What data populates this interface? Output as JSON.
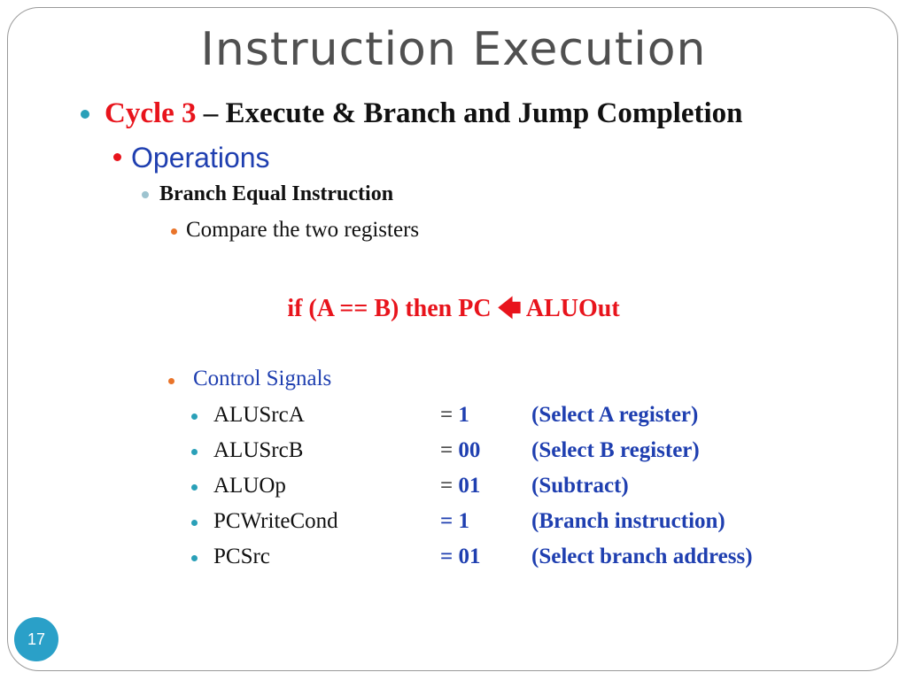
{
  "slide": {
    "title": "Instruction Execution",
    "page_number": "17"
  },
  "bullets": {
    "cycle_label": "Cycle 3",
    "cycle_rest": " – Execute & Branch and Jump Completion",
    "operations": "Operations",
    "branch_equal": "Branch Equal Instruction",
    "compare": "Compare the two registers",
    "control_signals": "Control Signals"
  },
  "formula": {
    "left": "if (A == B) then PC ",
    "arrow": "🡄",
    "right": " ALUOut"
  },
  "signals": [
    {
      "name": "ALUSrcA",
      "eq": "= ",
      "value": "1",
      "desc": "(Select A register)",
      "eq_bold": false
    },
    {
      "name": "ALUSrcB",
      "eq": "= ",
      "value": "00",
      "desc": "(Select B register)",
      "eq_bold": false
    },
    {
      "name": "ALUOp",
      "eq": "= ",
      "value": "01",
      "desc": "(Subtract)",
      "eq_bold": false
    },
    {
      "name": "PCWriteCond",
      "eq": "= ",
      "value": "1",
      "desc": "(Branch instruction)",
      "eq_bold": true
    },
    {
      "name": "PCSrc",
      "eq": "= ",
      "value": "01",
      "desc": "(Select branch address)",
      "eq_bold": true
    }
  ],
  "colors": {
    "title": "#505050",
    "accent_red": "#e8141c",
    "accent_blue": "#1f3fb0",
    "bullet_teal": "#2aa0b8",
    "bullet_orange": "#e9742a",
    "page_badge": "#2aa0c8"
  }
}
